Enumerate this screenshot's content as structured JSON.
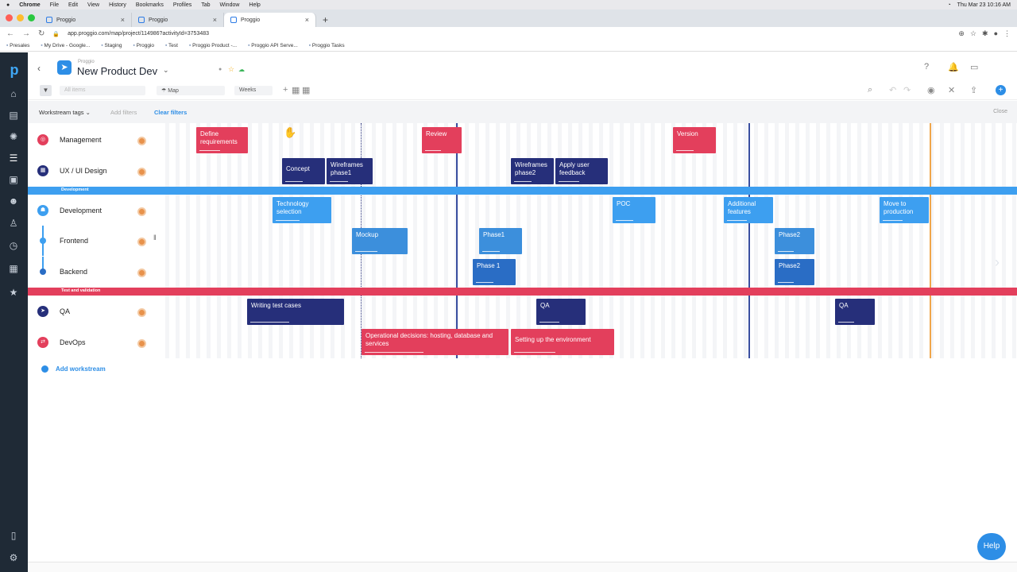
{
  "menubar": {
    "apple": "",
    "app": "Chrome",
    "items": [
      "File",
      "Edit",
      "View",
      "History",
      "Bookmarks",
      "Profiles",
      "Tab",
      "Window",
      "Help"
    ],
    "clock": "Thu Mar 23  10:16 AM"
  },
  "tabs": [
    {
      "label": "Proggio"
    },
    {
      "label": "Proggio"
    },
    {
      "label": "Proggio"
    }
  ],
  "address": {
    "url": "app.proggio.com/map/project/114986?activityId=3753483"
  },
  "bookmarks": [
    "Presales",
    "My Drive - Google...",
    "Staging",
    "Proggio",
    "Test",
    "Proggio Product -...",
    "Proggio API Serve...",
    "Proggio Tasks"
  ],
  "header": {
    "supertitle": "Proggio",
    "title": "New Product Dev"
  },
  "toolbar": {
    "filter_placeholder": "All items",
    "view": "Map",
    "scale": "Weeks"
  },
  "filterbar": {
    "workstream_tags": "Workstream tags",
    "add_filters": "Add filters",
    "clear_filters": "Clear filters",
    "close": "Close"
  },
  "workstreams": [
    {
      "name": "Management",
      "color": "#e33f5c"
    },
    {
      "name": "UX / UI Design",
      "color": "#262f7a"
    },
    {
      "name": "Development",
      "color": "#3d9ff0"
    },
    {
      "name": "Frontend",
      "color": "#3d9ff0"
    },
    {
      "name": "Backend",
      "color": "#2a6dc5"
    },
    {
      "name": "QA",
      "color": "#262f7a"
    },
    {
      "name": "DevOps",
      "color": "#e33f5c"
    }
  ],
  "bands": {
    "development": "Development",
    "test": "Test and validation"
  },
  "tasks": {
    "define_requirements": "Define requirements",
    "review": "Review",
    "version": "Version",
    "concept": "Concept",
    "wireframes1": "Wireframes phase1",
    "wireframes2": "Wireframes phase2",
    "apply_feedback": "Apply user feedback",
    "tech_selection": "Technology selection",
    "poc": "POC",
    "additional_features": "Additional features",
    "move_prod": "Move to production",
    "mockup": "Mockup",
    "fe_phase1": "Phase1",
    "fe_phase2": "Phase2",
    "be_phase1": "Phase 1",
    "be_phase2": "Phase2",
    "writing_tests": "Writing test cases",
    "qa1": "QA",
    "qa2": "QA",
    "ops_decisions": "Operational decisions: hosting, database and services",
    "setup_env": "Setting up the environment"
  },
  "add_workstream": "Add workstream",
  "help": "Help",
  "colors": {
    "red": "#e33f5c",
    "navy": "#262f7a",
    "blue": "#3c8fdc",
    "accent": "#2d8ee6"
  }
}
